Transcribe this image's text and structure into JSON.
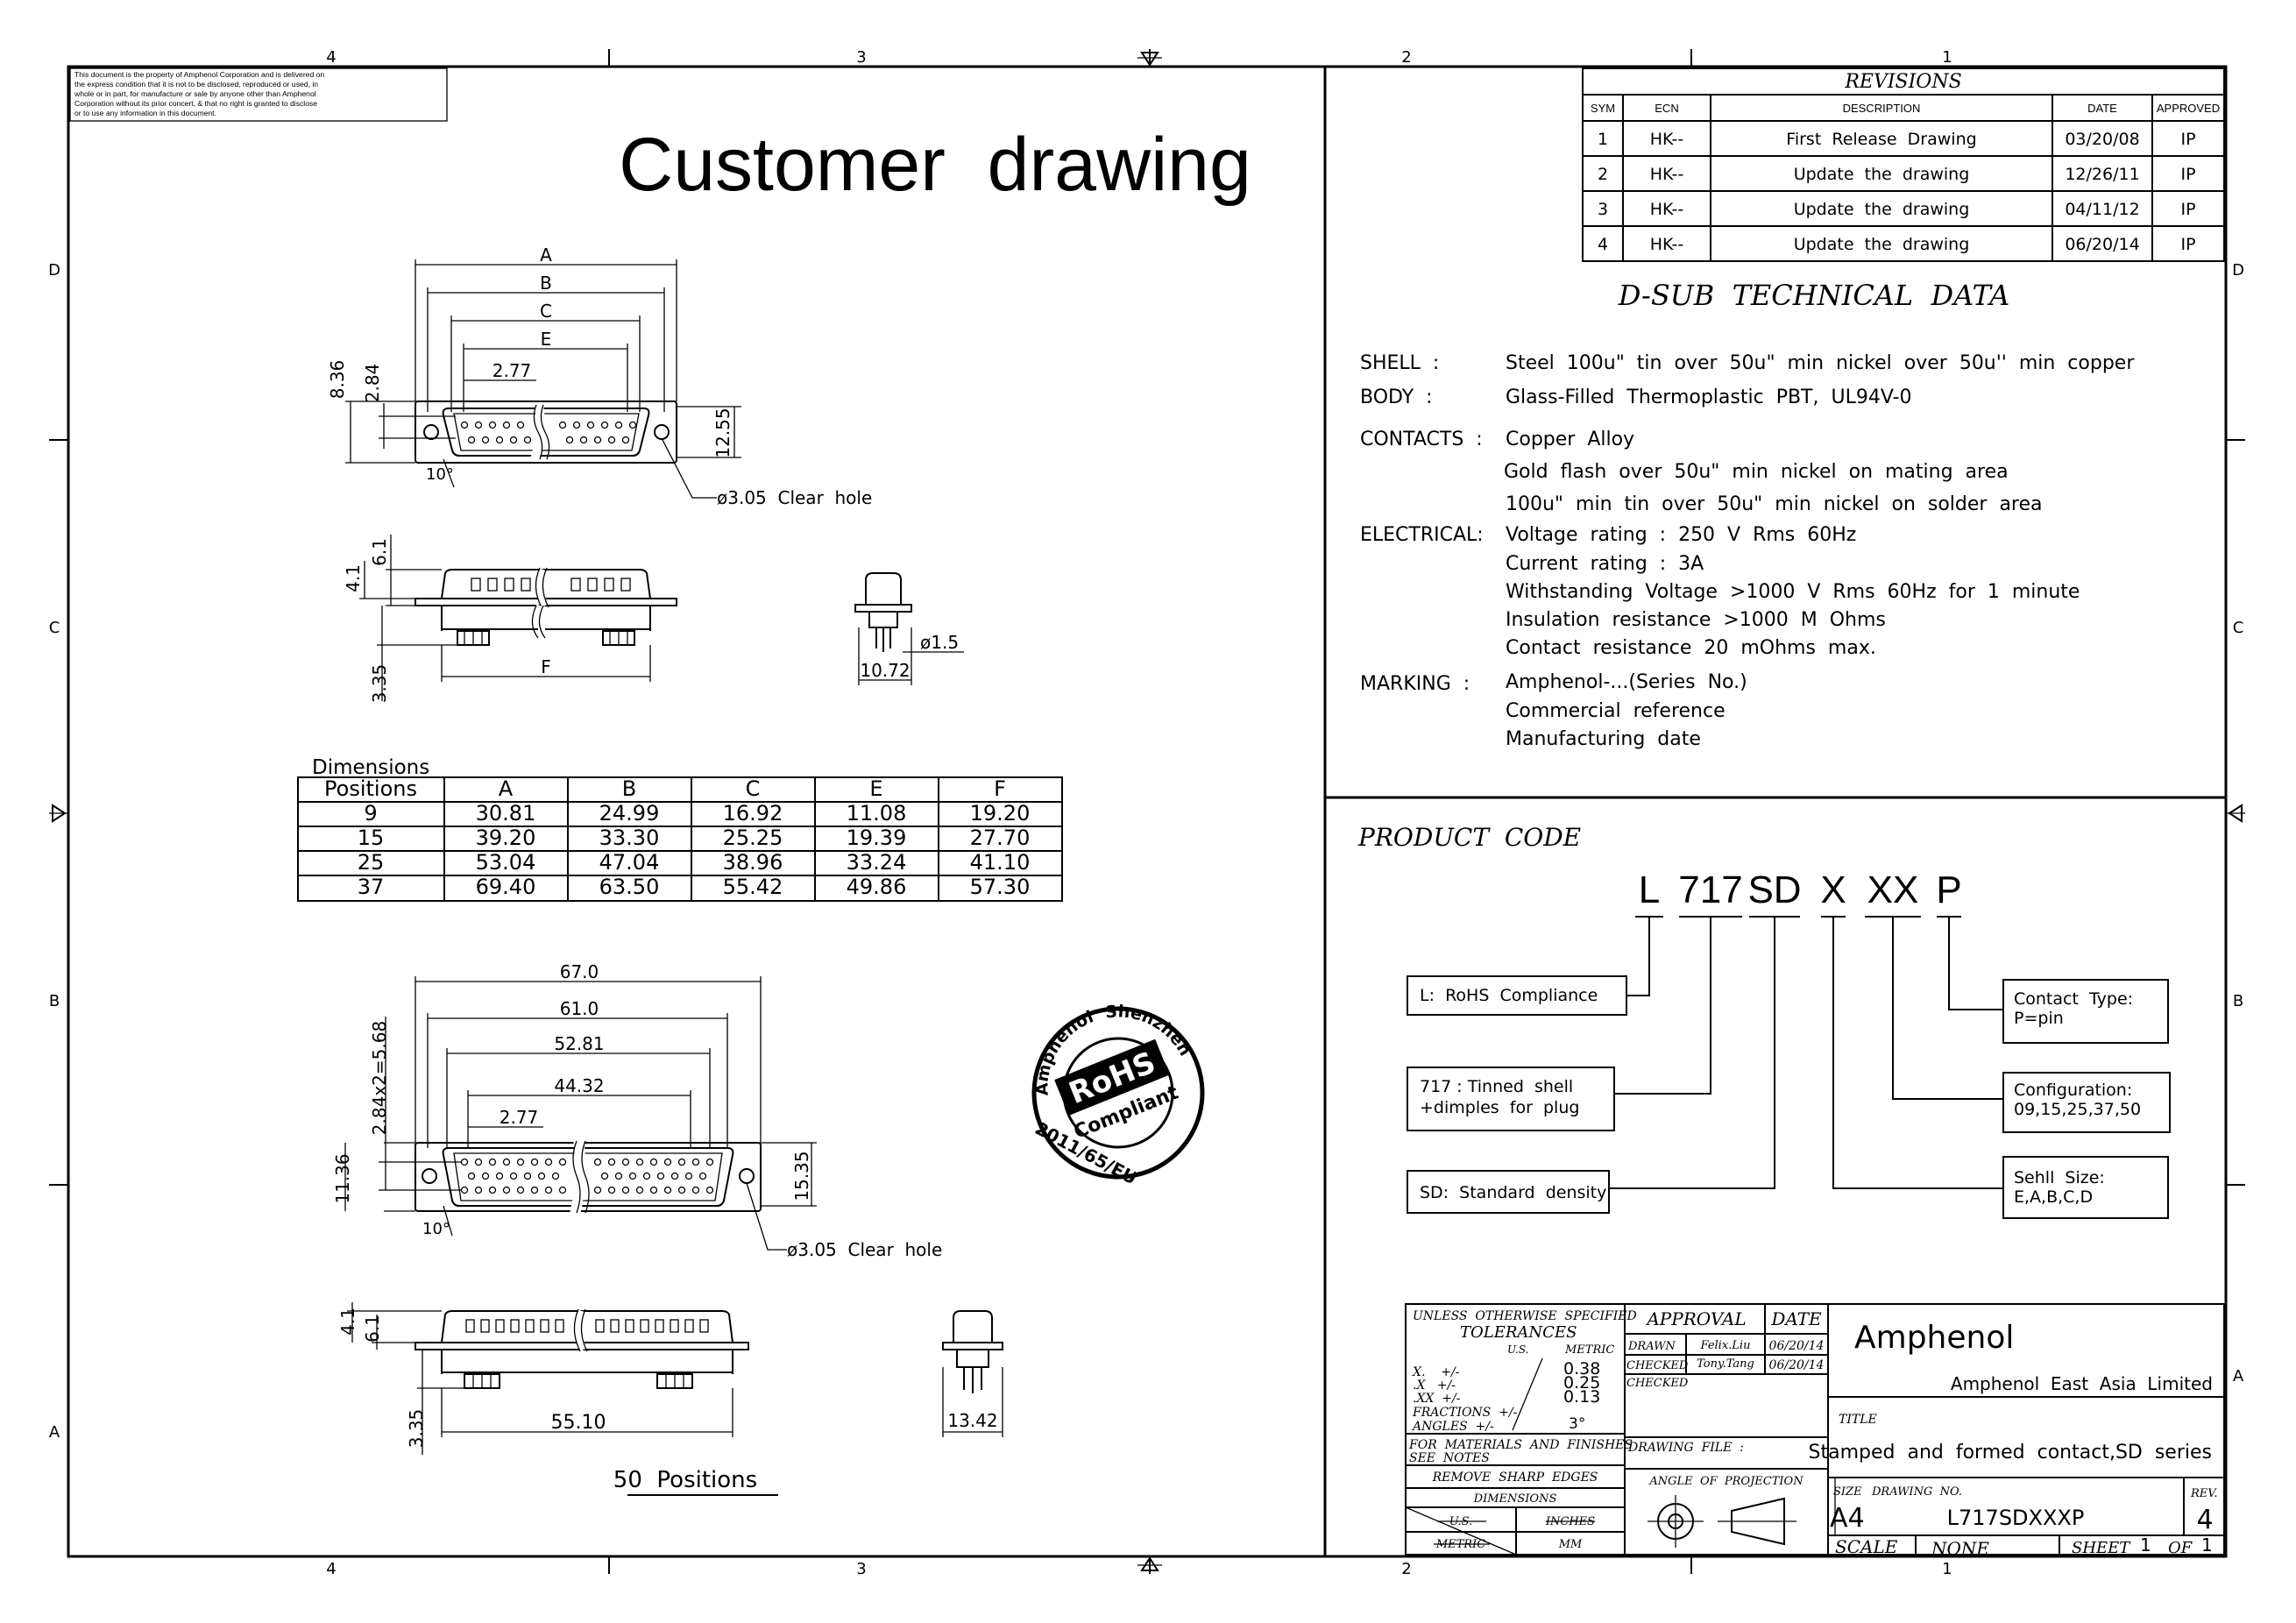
{
  "frame": {
    "col_labels": [
      "4",
      "3",
      "2",
      "1"
    ],
    "row_labels": [
      "D",
      "C",
      "B",
      "A"
    ]
  },
  "disclaimer": [
    "This document is the property of Amphenol Corporation and is delivered on",
    "the express condition that it is not to be disclosed, reproduced or used, in",
    "whole or in part, for manufacture or sale by anyone other than Amphenol",
    "Corporation without its prior concert, & that no right is granted to disclose",
    "or to use any information in this document."
  ],
  "title": "Customer  drawing",
  "drawing1": {
    "dims": {
      "A": "A",
      "B": "B",
      "C": "C",
      "E": "E",
      "F": "F",
      "pitch": "2.77",
      "h1": "8.36",
      "h2": "2.84",
      "h3": "12.55",
      "angle": "10°",
      "hole": "ø3.05  Clear  hole",
      "s1": "6.1",
      "s2": "4.1",
      "s3": "3.35",
      "pin": "ø1.5",
      "depth": "10.72"
    }
  },
  "dimensions_table": {
    "caption": "Dimensions",
    "headers": [
      "Positions",
      "A",
      "B",
      "C",
      "E",
      "F"
    ],
    "rows": [
      [
        "9",
        "30.81",
        "24.99",
        "16.92",
        "11.08",
        "19.20"
      ],
      [
        "15",
        "39.20",
        "33.30",
        "25.25",
        "19.39",
        "27.70"
      ],
      [
        "25",
        "53.04",
        "47.04",
        "38.96",
        "33.24",
        "41.10"
      ],
      [
        "37",
        "69.40",
        "63.50",
        "55.42",
        "49.86",
        "57.30"
      ]
    ]
  },
  "drawing2": {
    "dims": {
      "d1": "67.0",
      "d2": "61.0",
      "d3": "52.81",
      "d4": "44.32",
      "pitch": "2.77",
      "h1": "2.84x2=5.68",
      "h2": "11.36",
      "h3": "15.35",
      "angle": "10°",
      "hole": "ø3.05  Clear  hole",
      "s1": "4.1",
      "s2": "6.1",
      "s3": "3.35",
      "f": "55.10",
      "depth": "13.42"
    },
    "caption": "50  Positions"
  },
  "rohs_stamp": {
    "arc_top": "Amphenol  Shenzhen",
    "main": "RoHS",
    "sub": "Compliant",
    "bottom": "2011/65/EU"
  },
  "revisions": {
    "title": "REVISIONS",
    "headers": [
      "SYM",
      "ECN",
      "DESCRIPTION",
      "DATE",
      "APPROVED"
    ],
    "rows": [
      [
        "1",
        "HK--",
        "First  Release  Drawing",
        "03/20/08",
        "IP"
      ],
      [
        "2",
        "HK--",
        "Update  the  drawing",
        "12/26/11",
        "IP"
      ],
      [
        "3",
        "HK--",
        "Update  the  drawing",
        "04/11/12",
        "IP"
      ],
      [
        "4",
        "HK--",
        "Update  the  drawing",
        "06/20/14",
        "IP"
      ]
    ]
  },
  "tech_data": {
    "title": "D-SUB  TECHNICAL  DATA",
    "lines": [
      {
        "label": "SHELL  :",
        "text": "Steel  100u\"  tin  over  50u\"  min  nickel  over  50u''  min  copper"
      },
      {
        "label": "BODY  :",
        "text": "Glass-Filled  Thermoplastic  PBT,  UL94V-0"
      },
      {
        "label": "CONTACTS  :",
        "text": "Copper  Alloy"
      },
      {
        "label": "",
        "text": "Gold  flash  over  50u\"  min  nickel  on  mating  area"
      },
      {
        "label": "",
        "text": "100u\"  min  tin  over  50u\"  min  nickel  on  solder  area"
      },
      {
        "label": "ELECTRICAL:",
        "text": "Voltage  rating  :  250  V  Rms  60Hz"
      },
      {
        "label": "",
        "text": "Current  rating  :  3A"
      },
      {
        "label": "",
        "text": "Withstanding  Voltage  >1000  V  Rms  60Hz  for  1  minute"
      },
      {
        "label": "",
        "text": "Insulation  resistance  >1000  M  Ohms"
      },
      {
        "label": "",
        "text": "Contact  resistance  20  mOhms  max."
      },
      {
        "label": "MARKING  :",
        "text": "Amphenol-...(Series  No.)"
      },
      {
        "label": "",
        "text": "Commercial  reference"
      },
      {
        "label": "",
        "text": "Manufacturing  date"
      }
    ]
  },
  "product_code": {
    "title": "PRODUCT  CODE",
    "segments": [
      "L",
      "717",
      "SD",
      "X",
      "XX",
      "P"
    ],
    "boxes": [
      [
        "L:  RoHS  Compliance"
      ],
      [
        "717 : Tinned  shell",
        "+dimples  for  plug"
      ],
      [
        "SD:  Standard  density"
      ],
      [
        "Contact  Type:",
        "P=pin"
      ],
      [
        "Configuration:",
        "09,15,25,37,50"
      ],
      [
        "Sehll  Size:",
        "E,A,B,C,D"
      ]
    ]
  },
  "title_block": {
    "unless": "UNLESS  OTHERWISE  SPECIFIED",
    "tolerances": "TOLERANCES",
    "us": "U.S.",
    "metric": "METRIC",
    "tol_rows": [
      [
        "X.    +/-",
        "0.38"
      ],
      [
        ".X   +/-",
        "0.25"
      ],
      [
        ".XX  +/-",
        "0.13"
      ],
      [
        "FRACTIONS  +/-",
        ""
      ],
      [
        "ANGLES  +/-",
        "3°"
      ]
    ],
    "materials": [
      "FOR  MATERIALS  AND  FINISHES",
      "SEE  NOTES"
    ],
    "remove_edges": "REMOVE  SHARP  EDGES",
    "dimensions": "DIMENSIONS",
    "dim_us": "U.S.",
    "dim_inches": "INCHES",
    "dim_metric": "METRIC",
    "dim_mm": "MM",
    "approval": "APPROVAL",
    "date": "DATE",
    "drawn": "DRAWN",
    "drawn_by": "Felix.Liu",
    "drawn_date": "06/20/14",
    "checked": "CHECKED",
    "checked_by": "Tony.Tang",
    "checked_date": "06/20/14",
    "checked2": "CHECKED",
    "drawing_file": "DRAWING  FILE  :",
    "angle_proj": "ANGLE  OF  PROJECTION",
    "company": "Amphenol",
    "company_full": "Amphenol  East  Asia  Limited",
    "title_label": "TITLE",
    "title_text": "Stamped  and  formed  contact,SD  series",
    "size_label": "SIZE",
    "size": "A4",
    "drawing_no_label": "DRAWING  NO.",
    "drawing_no": "L717SDXXXP",
    "rev_label": "REV.",
    "rev": "4",
    "scale_label": "SCALE",
    "scale": "NONE",
    "sheet_label": "SHEET",
    "sheet": "1",
    "of_label": "OF",
    "of": "1"
  }
}
